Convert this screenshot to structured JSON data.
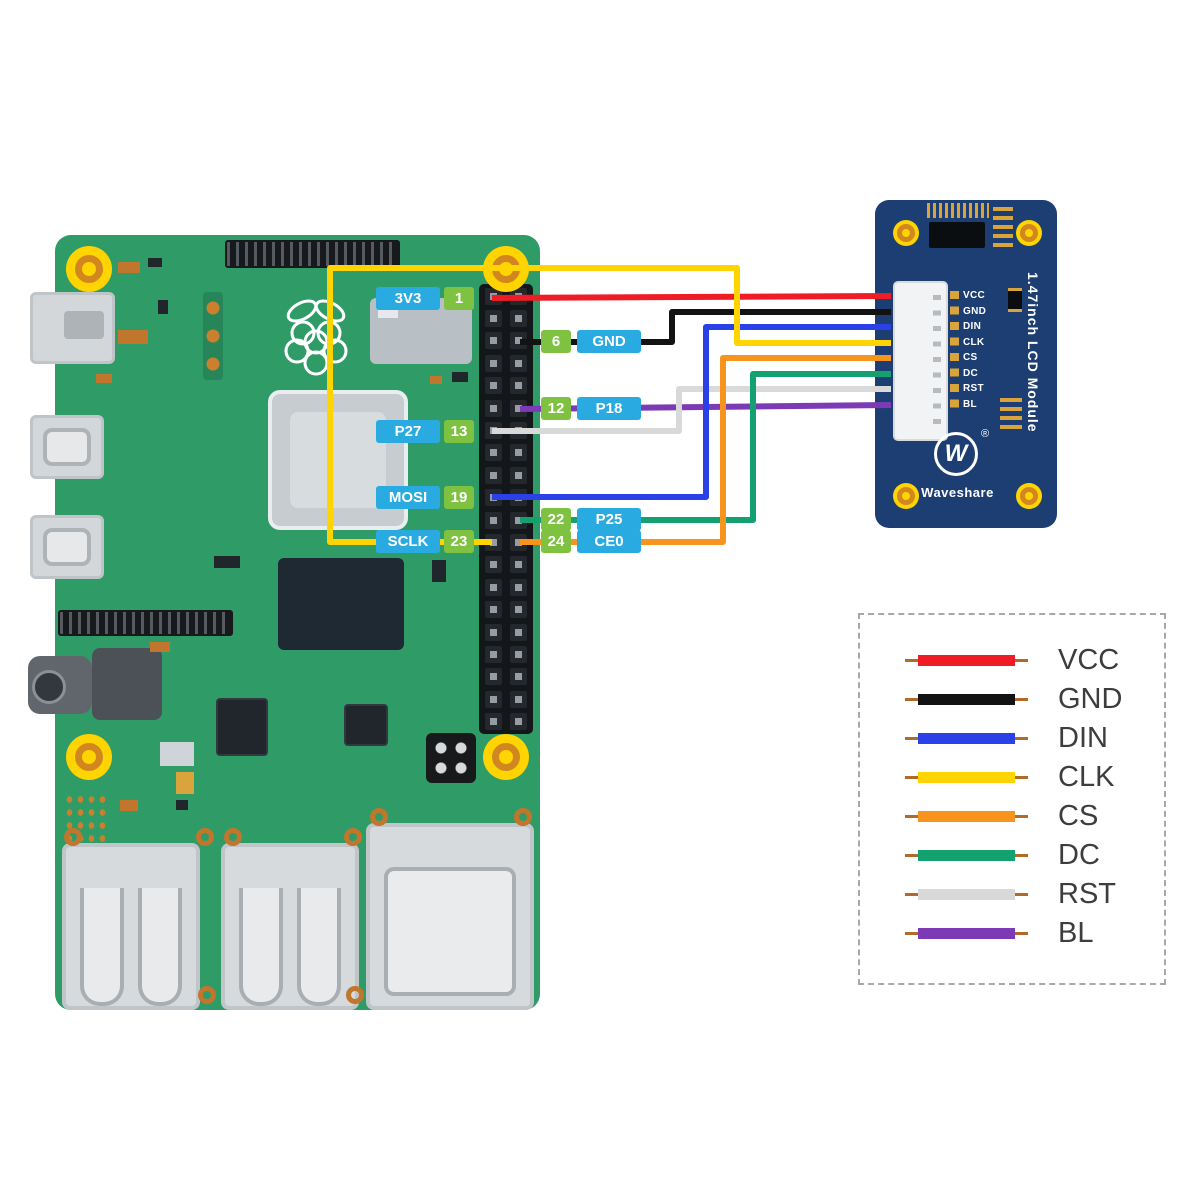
{
  "pi": {
    "board_color": "#2f9c68",
    "badge_blue": "#29abe2",
    "badge_green": "#7fc241",
    "badges": [
      {
        "signal": "3V3",
        "pin": "1"
      },
      {
        "pin": "6",
        "signal": "GND"
      },
      {
        "pin": "12",
        "signal": "P18"
      },
      {
        "signal": "P27",
        "pin": "13"
      },
      {
        "signal": "MOSI",
        "pin": "19"
      },
      {
        "pin": "22",
        "signal": "P25"
      },
      {
        "signal": "SCLK",
        "pin": "23"
      },
      {
        "pin": "24",
        "signal": "CE0"
      }
    ]
  },
  "lcd": {
    "board_color": "#1d3e72",
    "title": "1.47inch LCD Module",
    "brand": "Waveshare",
    "logo_letter": "W",
    "registered_mark": "®",
    "pins": [
      "VCC",
      "GND",
      "DIN",
      "CLK",
      "CS",
      "DC",
      "RST",
      "BL"
    ]
  },
  "wires": [
    {
      "name": "VCC",
      "color": "#ee1c25"
    },
    {
      "name": "GND",
      "color": "#131313"
    },
    {
      "name": "DIN",
      "color": "#2a41e8"
    },
    {
      "name": "CLK",
      "color": "#ffd400"
    },
    {
      "name": "CS",
      "color": "#f7941d"
    },
    {
      "name": "DC",
      "color": "#13a26f"
    },
    {
      "name": "RST",
      "color": "#d9d9d9"
    },
    {
      "name": "BL",
      "color": "#7c3ab5"
    }
  ]
}
